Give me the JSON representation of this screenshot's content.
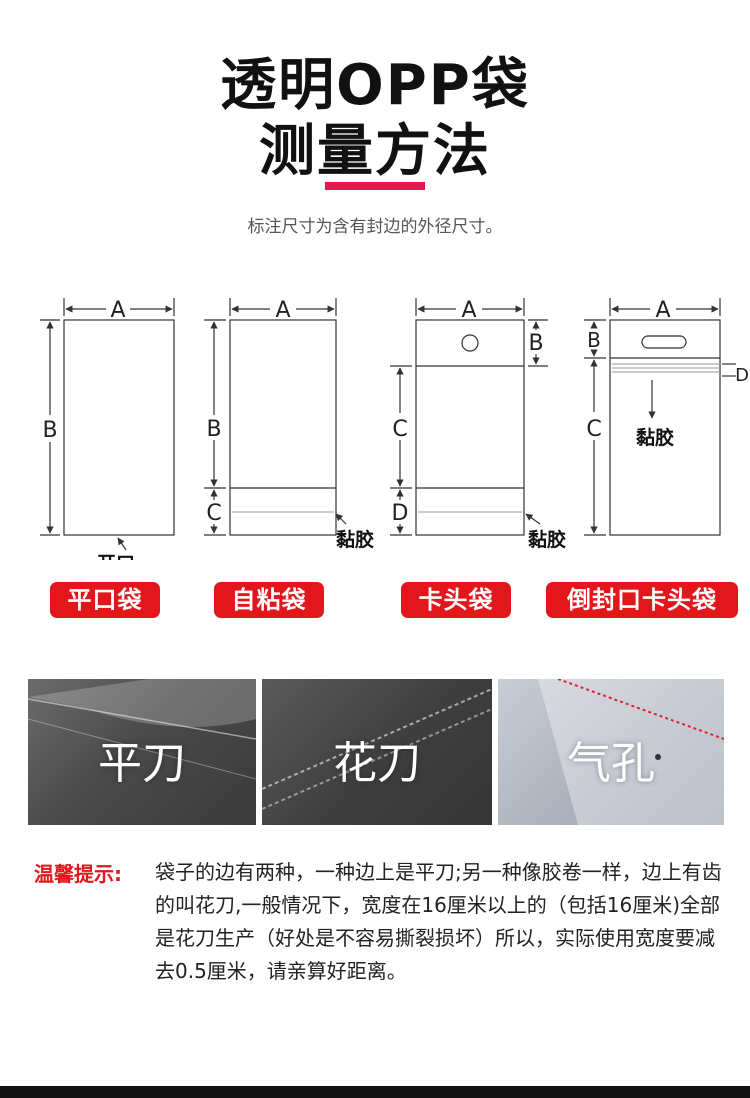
{
  "title_line1": "透明OPP袋",
  "title_line2": "测量方法",
  "subtitle": "标注尺寸为含有封边的外径尺寸。",
  "labels": {
    "A": "A",
    "B": "B",
    "C": "C",
    "D": "D"
  },
  "bag_types": [
    {
      "name": "平口袋",
      "note": "开口"
    },
    {
      "name": "自粘袋",
      "note": "黏胶"
    },
    {
      "name": "卡头袋",
      "note": "黏胶"
    },
    {
      "name": "倒封口卡头袋",
      "note": "黏胶"
    }
  ],
  "photos": [
    "平刀",
    "花刀",
    "气孔"
  ],
  "tip_label": "温馨提示:",
  "tip_text": "袋子的边有两种，一种边上是平刀;另一种像胶卷一样，边上有齿的叫花刀,一般情况下，宽度在16厘米以上的（包括16厘米)全部是花刀生产（好处是不容易撕裂损坏）所以，实际使用宽度要减去0.5厘米，请亲算好距离。",
  "colors": {
    "accent": "#e5174a",
    "badge": "#e3161b",
    "tip": "#e3161b"
  }
}
